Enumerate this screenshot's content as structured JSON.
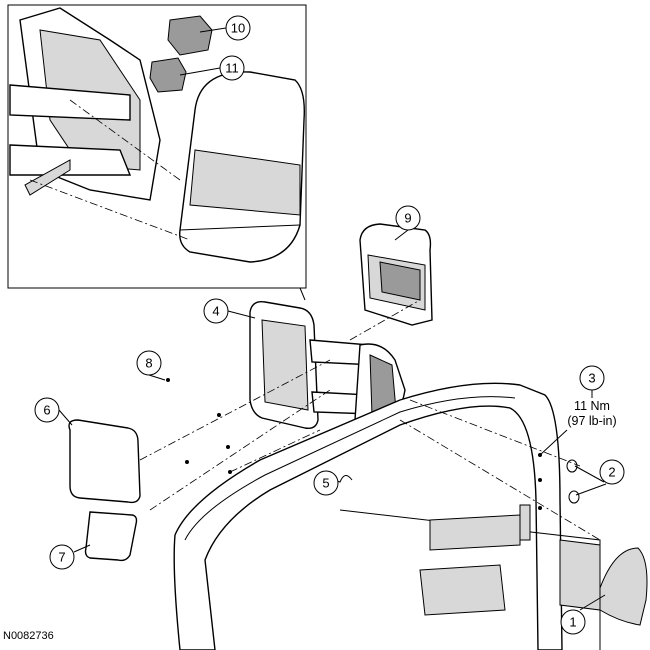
{
  "figure_id": "N0082736",
  "callouts": {
    "c1": "1",
    "c2": "2",
    "c3": "3",
    "c4": "4",
    "c5": "5",
    "c6": "6",
    "c7": "7",
    "c8": "8",
    "c9": "9",
    "c10": "10",
    "c11": "11"
  },
  "torque": {
    "nm": "11 Nm",
    "lbin": "(97 lb-in)"
  }
}
